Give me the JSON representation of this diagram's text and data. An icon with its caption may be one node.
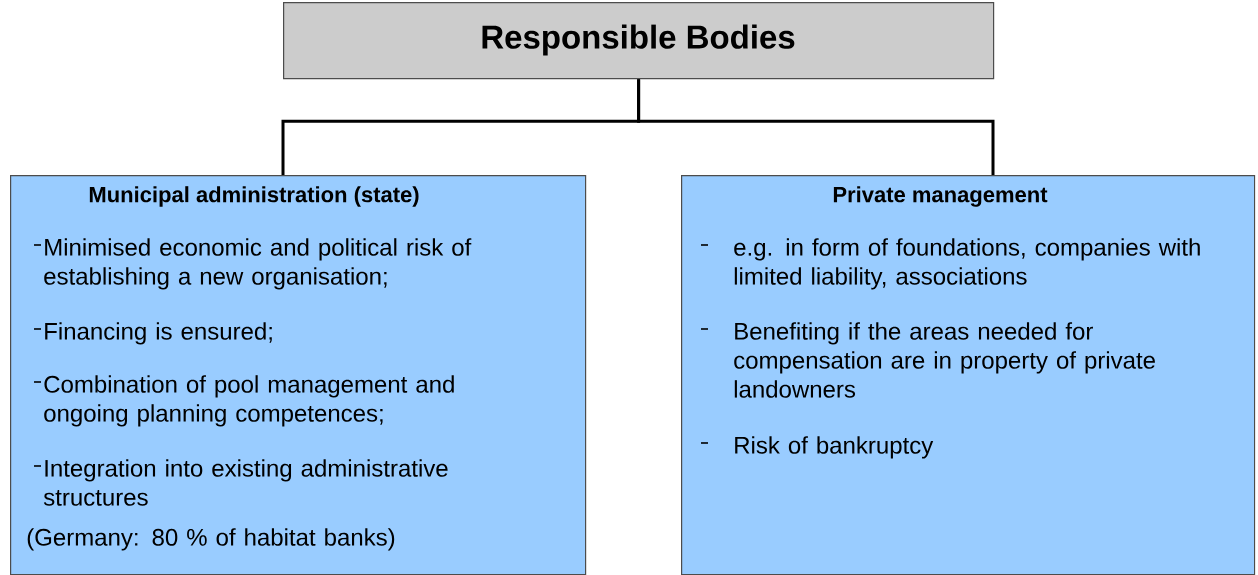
{
  "diagram": {
    "nodes": [
      {
        "text": [
          "Responsible Bodies"
        ]
      },
      {
        "text": [
          "Municipal administration (state)",
          "Minimised economic and political risk of establishing a new organisation;",
          "Financing is ensured;",
          "Combination of pool management and ongoing planning competences;",
          "Integration into existing administrative structures",
          "(Germany: 80 % of habitat banks)"
        ]
      },
      {
        "text": [
          "Private management",
          "e.g. in form of foundations, companies with limited liability, associations",
          "Benefiting if the areas needed for compensation are in property of private landowners",
          "Risk of bankruptcy"
        ]
      }
    ],
    "edges": [
      {
        "from": 0,
        "to": 1,
        "arrow": "none"
      },
      {
        "from": 0,
        "to": 2,
        "arrow": "none"
      }
    ]
  }
}
